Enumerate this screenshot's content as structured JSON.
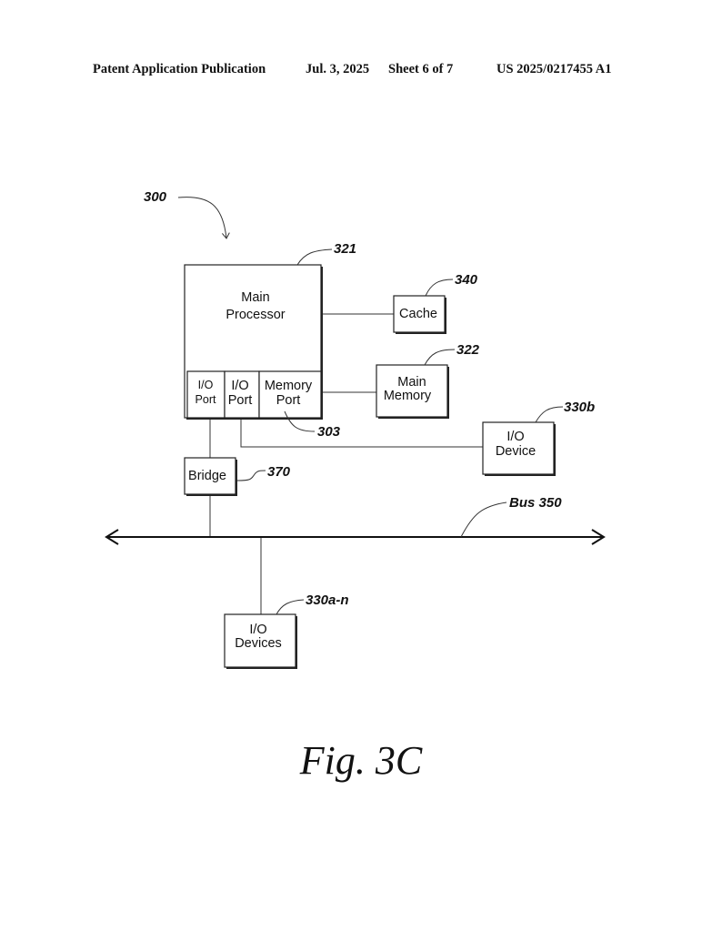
{
  "header": {
    "publication_type": "Patent Application Publication",
    "date": "Jul. 3, 2025",
    "sheet": "Sheet 6 of 7",
    "publication_number": "US 2025/0217455 A1"
  },
  "figure": {
    "caption": "Fig. 3C",
    "system_ref": "300",
    "components": {
      "main_processor": {
        "line1": "Main",
        "line2": "Processor",
        "ref": "321"
      },
      "io_port_1": {
        "line1": "I/O",
        "line2": "Port"
      },
      "io_port_2": {
        "line1": "I/O",
        "line2": "Port"
      },
      "memory_port": {
        "line1": "Memory",
        "line2": "Port",
        "ref": "303"
      },
      "cache": {
        "label": "Cache",
        "ref": "340"
      },
      "main_memory": {
        "line1": "Main",
        "line2": "Memory",
        "ref": "322"
      },
      "io_device": {
        "line1": "I/O",
        "line2": "Device",
        "ref": "330b"
      },
      "bridge": {
        "label": "Bridge",
        "ref": "370"
      },
      "bus": {
        "label": "Bus 350"
      },
      "io_devices": {
        "line1": "I/O",
        "line2": "Devices",
        "ref": "330a-n"
      }
    }
  }
}
